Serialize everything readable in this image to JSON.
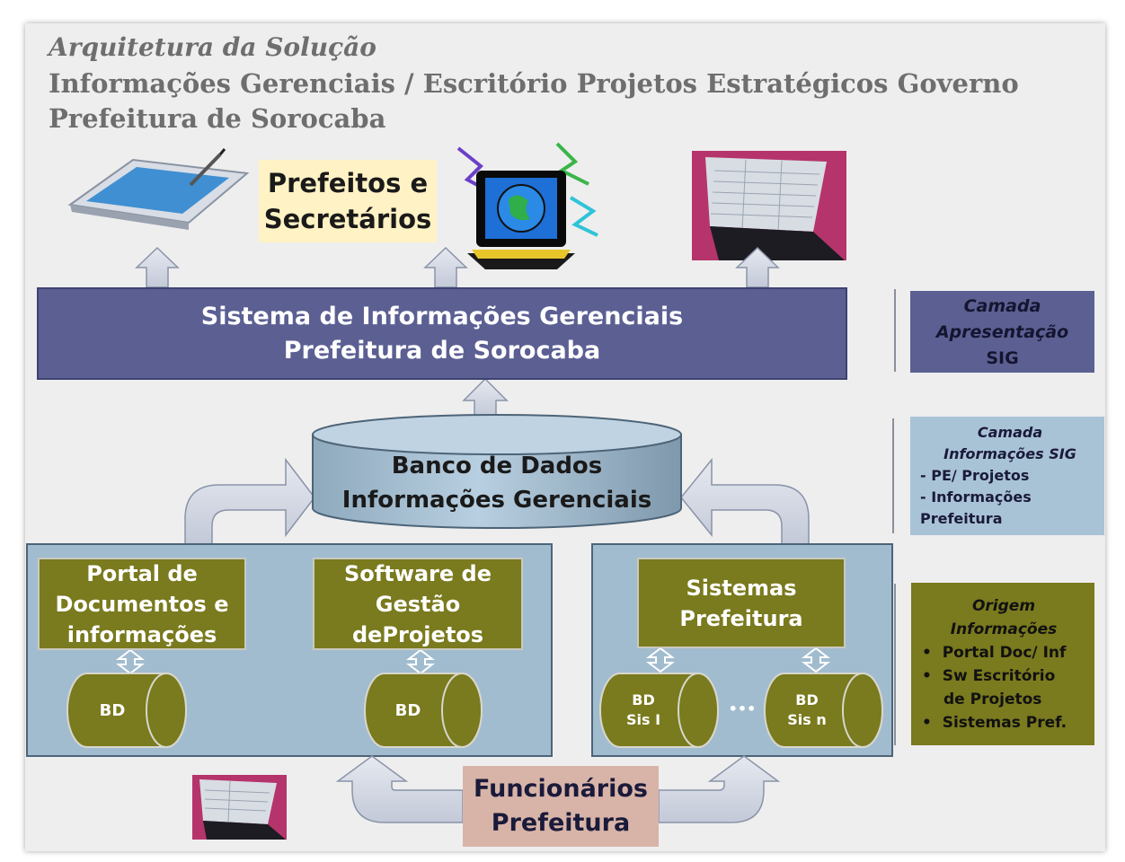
{
  "header": {
    "title_line1": "Arquitetura da Solução",
    "title_line2": "Informações Gerenciais / Escritório Projetos Estratégicos Governo",
    "title_line3": "Prefeitura de Sorocaba"
  },
  "users_top": {
    "line1": "Prefeitos e",
    "line2": "Secretários"
  },
  "sig": {
    "line1": "Sistema de Informações Gerenciais",
    "line2": "Prefeitura de Sorocaba"
  },
  "database": {
    "line1": "Banco de Dados",
    "line2": "Informações Gerenciais"
  },
  "sources": {
    "portal": {
      "line1": "Portal de",
      "line2": "Documentos e",
      "line3": "informações"
    },
    "software": {
      "line1": "Software de",
      "line2": "Gestão",
      "line3": "deProjetos"
    },
    "sistemas": {
      "line1": "Sistemas",
      "line2": "Prefeitura"
    },
    "bd_label": "BD",
    "bd_sis1": {
      "line1": "BD",
      "line2": "Sis I"
    },
    "bd_sisn": {
      "line1": "BD",
      "line2": "Sis n"
    },
    "ellipsis": "•••"
  },
  "users_bottom": {
    "line1": "Funcionários",
    "line2": "Prefeitura"
  },
  "layers": {
    "presentation": {
      "line1": "Camada",
      "line2": "Apresentação",
      "line3": "SIG"
    },
    "information": {
      "line1": "Camada",
      "line2": "Informações SIG",
      "item1": "- PE/ Projetos",
      "item2": "- Informações",
      "item3": "Prefeitura"
    },
    "origin": {
      "line1": "Origem",
      "line2": "Informações",
      "items": [
        "Portal Doc/ Inf",
        "Sw Escritório",
        "de Projetos",
        "Sistemas Pref."
      ]
    }
  },
  "colors": {
    "sig_box": "#5b5f92",
    "db": "#a9c3d6",
    "olive": "#7a7a1e",
    "panel": "#a2bccf",
    "peach": "#d8b4a8",
    "cream": "#fff2c4"
  }
}
